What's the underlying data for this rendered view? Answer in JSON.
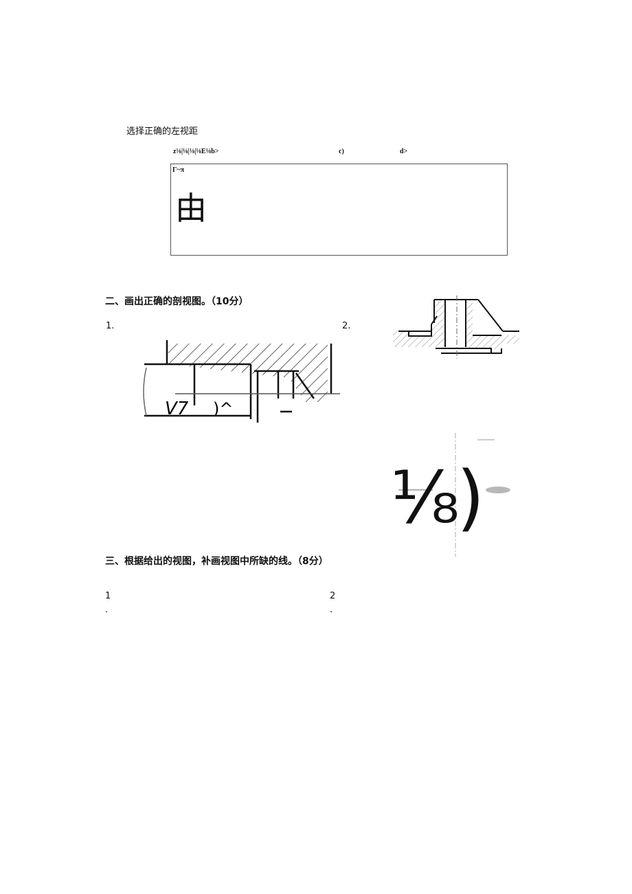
{
  "section1": {
    "prompt": "选择正确的左视距",
    "options_label_ab": "z⅛|⅛|⅛|⅛E⅛b>",
    "option_c": "c)",
    "option_d": "d>",
    "box_label": "Γ~π",
    "box_glyph": "由"
  },
  "section2": {
    "heading": "二、画出正确的剖视图。（10分）",
    "item1": "1.",
    "item2": "2.",
    "drawing1_artifact_text": "V7",
    "drawing1_artifact_text2": ")^",
    "overlay_glyph": "⅛)"
  },
  "section3": {
    "heading": "三、根据给出的视图，补画视图中所缺的线。（8分）",
    "item1_num": "1",
    "item1_dot": ".",
    "item2_num": "2",
    "item2_dot": "."
  }
}
